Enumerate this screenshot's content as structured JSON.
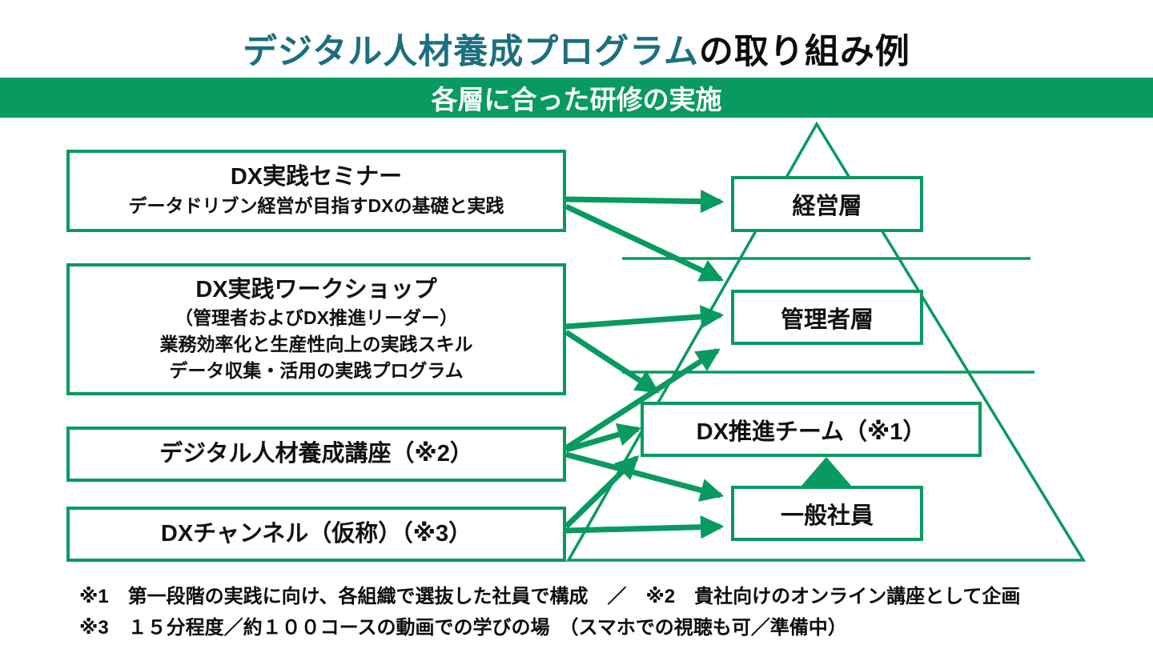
{
  "title": {
    "highlight": "デジタル人材養成プログラム",
    "rest": "の取り組み例"
  },
  "banner": {
    "label": "各層に合った研修の実施"
  },
  "programs": [
    {
      "title": "DX実践セミナー",
      "lines": [
        "データドリブン経営が目指すDXの基礎と実践"
      ]
    },
    {
      "title": "DX実践ワークショップ",
      "lines": [
        "（管理者およびDX推進リーダー）",
        "業務効率化と生産性向上の実践スキル",
        "データ収集・活用の実践プログラム"
      ]
    },
    {
      "title": "デジタル人材養成講座（※2）",
      "lines": []
    },
    {
      "title": "DXチャンネル（仮称）（※3）",
      "lines": []
    }
  ],
  "pyramid": {
    "layers": [
      "経営層",
      "管理者層",
      "DX推進チーム（※1）",
      "一般社員"
    ]
  },
  "connections": [
    {
      "from": "DX実践セミナー",
      "to": "経営層"
    },
    {
      "from": "DX実践セミナー",
      "to": "管理者層"
    },
    {
      "from": "DX実践ワークショップ",
      "to": "管理者層"
    },
    {
      "from": "DX実践ワークショップ",
      "to": "DX推進チーム（※1）"
    },
    {
      "from": "デジタル人材養成講座（※2）",
      "to": "管理者層"
    },
    {
      "from": "デジタル人材養成講座（※2）",
      "to": "DX推進チーム（※1）"
    },
    {
      "from": "デジタル人材養成講座（※2）",
      "to": "一般社員"
    },
    {
      "from": "DXチャンネル（仮称）（※3）",
      "to": "DX推進チーム（※1）"
    },
    {
      "from": "DXチャンネル（仮称）（※3）",
      "to": "一般社員"
    },
    {
      "from": "一般社員",
      "to": "DX推進チーム（※1）"
    }
  ],
  "footnotes": [
    "※1　第一段階の実践に向け、各組織で選抜した社員で構成　／　※2　貴社向けのオンライン講座として企画",
    "※3　１５分程度／約１００コースの動画での学びの場　（スマホでの視聴も可／準備中）"
  ],
  "colors": {
    "green": "#089a60",
    "title_teal": "#1b6f7e",
    "banner_text": "#ffffff",
    "text": "#111111",
    "background": "#ffffff"
  }
}
